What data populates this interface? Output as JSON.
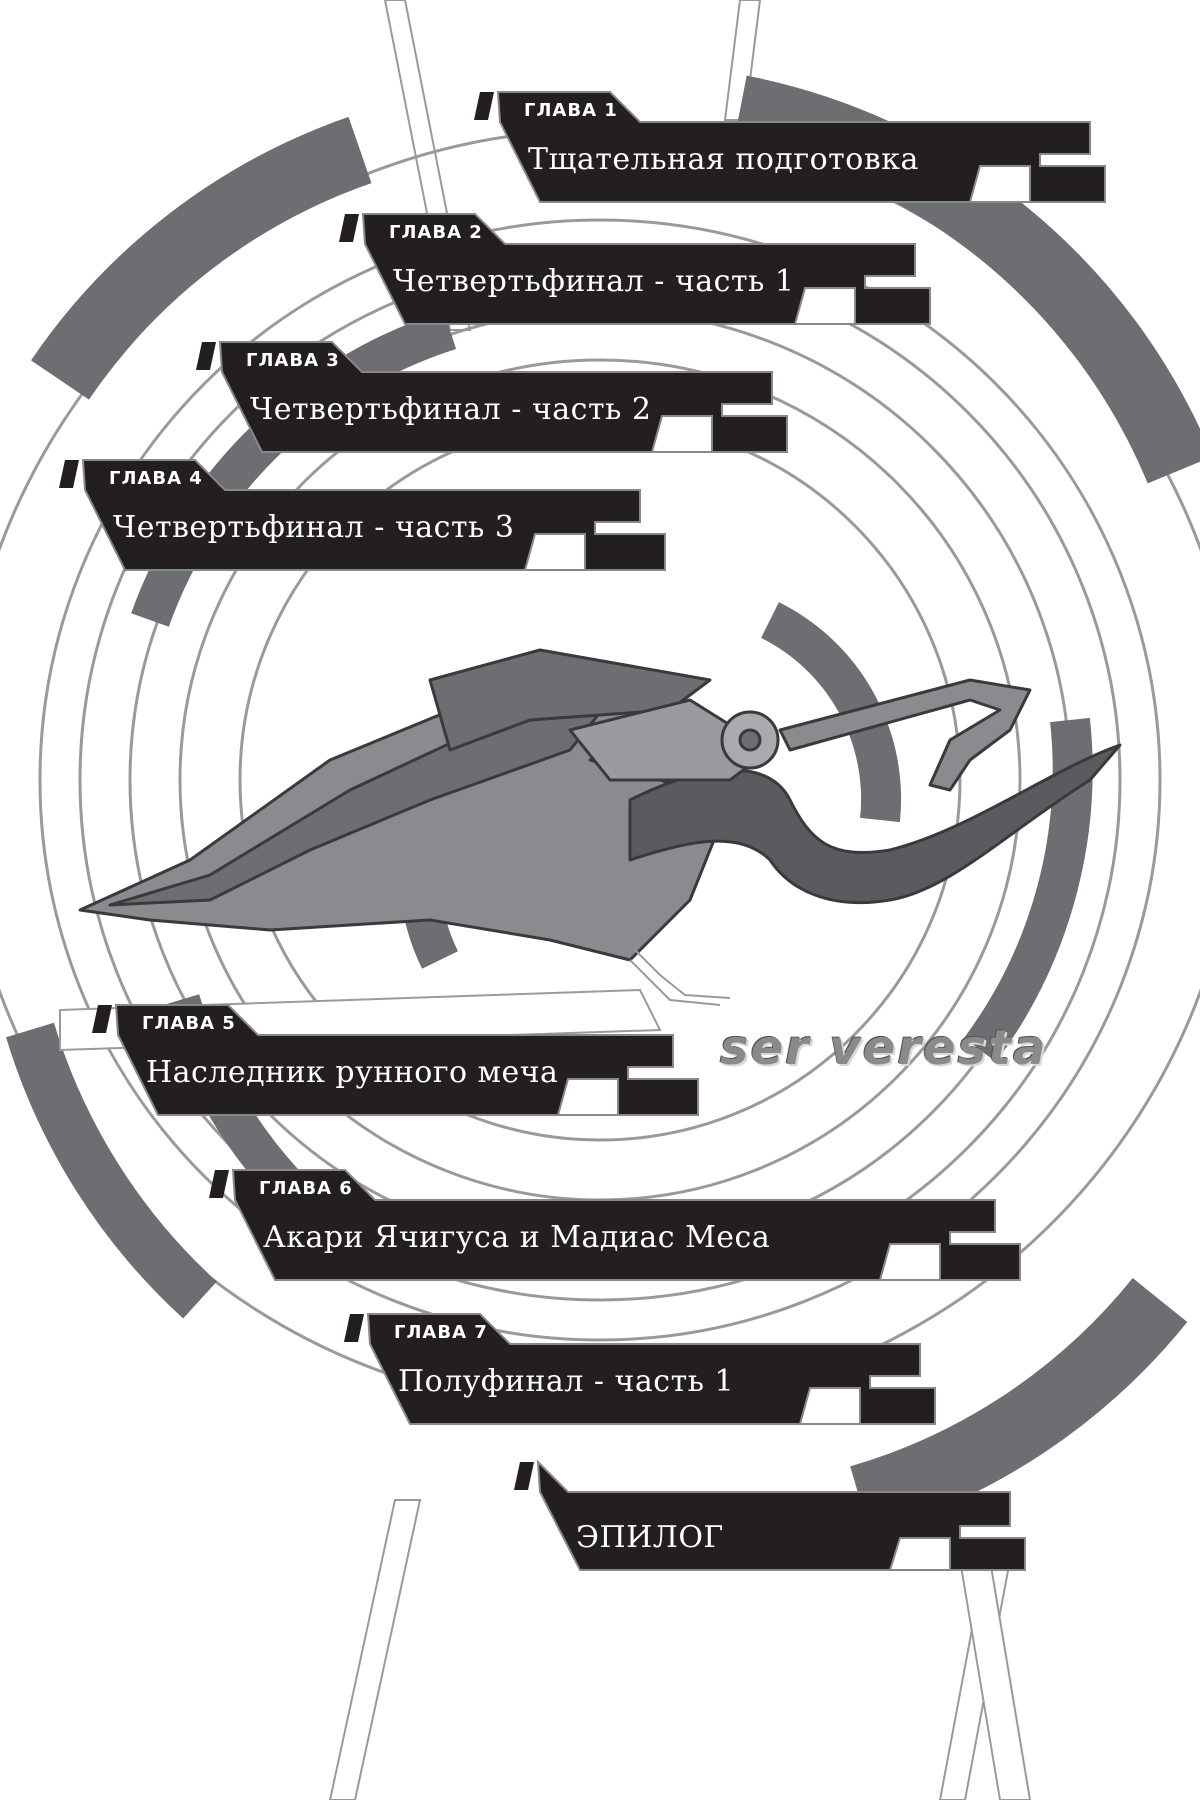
{
  "chapters": [
    {
      "label": "ГЛАВА 1",
      "title": "Тщательная подготовка"
    },
    {
      "label": "ГЛАВА 2",
      "title": "Четвертьфинал - часть 1"
    },
    {
      "label": "ГЛАВА 3",
      "title": "Четвертьфинал - часть 2"
    },
    {
      "label": "ГЛАВА 4",
      "title": "Четвертьфинал - часть 3"
    },
    {
      "label": "ГЛАВА 5",
      "title": "Наследник рунного меча"
    },
    {
      "label": "ГЛАВА 6",
      "title": "Акари Ячигуса и Мадиас Меса"
    },
    {
      "label": "ГЛАВА 7",
      "title": "Полуфинал - часть 1"
    },
    {
      "label": "",
      "title": "ЭПИЛОГ"
    }
  ],
  "brand": {
    "text": "ser veresta"
  },
  "colors": {
    "plate": "#231f20",
    "ring": "#6d6e71",
    "outline": "#9a9a9a",
    "background": "#ffffff"
  },
  "icons": {
    "sword": "ser-veresta-sword-illustration"
  }
}
